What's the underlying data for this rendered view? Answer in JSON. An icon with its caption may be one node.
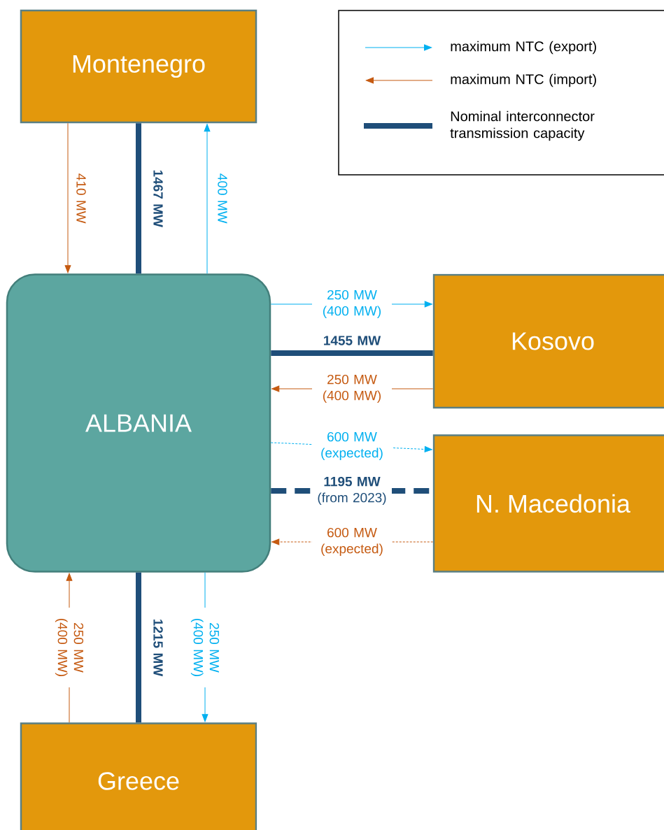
{
  "diagram": {
    "nodes": [
      {
        "text": [
          "Montenegro"
        ]
      },
      {
        "text": [
          "ALBANIA"
        ]
      },
      {
        "text": [
          "Kosovo"
        ]
      },
      {
        "text": [
          "N. Macedonia"
        ]
      },
      {
        "text": [
          "Greece"
        ]
      }
    ],
    "edges": [
      {
        "from": 0,
        "to": 1,
        "arrow": "to",
        "label": "410 MW",
        "color": "#c55a11"
      },
      {
        "from": 1,
        "to": 0,
        "arrow": "none",
        "label": "1467 MW",
        "style": "thick",
        "color": "#1f4e79"
      },
      {
        "from": 1,
        "to": 0,
        "arrow": "to",
        "label": "400 MW",
        "color": "#00b0f0"
      },
      {
        "from": 1,
        "to": 2,
        "arrow": "to",
        "label": "250 MW (400 MW)",
        "color": "#00b0f0"
      },
      {
        "from": 1,
        "to": 2,
        "arrow": "none",
        "label": "1455 MW",
        "style": "thick",
        "color": "#1f4e79"
      },
      {
        "from": 2,
        "to": 1,
        "arrow": "to",
        "label": "250 MW (400 MW)",
        "color": "#c55a11"
      },
      {
        "from": 1,
        "to": 3,
        "arrow": "to",
        "label": "600 MW (expected)",
        "style": "dashed",
        "color": "#00b0f0"
      },
      {
        "from": 1,
        "to": 3,
        "arrow": "none",
        "label": "**1195 MW** (from 2023)",
        "style": "dashed",
        "color": "#1f4e79"
      },
      {
        "from": 3,
        "to": 1,
        "arrow": "to",
        "label": "600 MW (expected)",
        "style": "dashed",
        "color": "#c55a11"
      },
      {
        "from": 4,
        "to": 1,
        "arrow": "to",
        "label": "250 MW (400 MW)",
        "color": "#c55a11"
      },
      {
        "from": 1,
        "to": 4,
        "arrow": "none",
        "label": "1215 MW",
        "style": "thick",
        "color": "#1f4e79"
      },
      {
        "from": 1,
        "to": 4,
        "arrow": "to",
        "label": "250 MW (400 MW)",
        "color": "#00b0f0"
      }
    ],
    "legend": [
      {
        "text": "maximum NTC (export)"
      },
      {
        "text": "maximum NTC (import)"
      },
      {
        "text": "Nominal interconnector transmission capacity"
      }
    ]
  }
}
